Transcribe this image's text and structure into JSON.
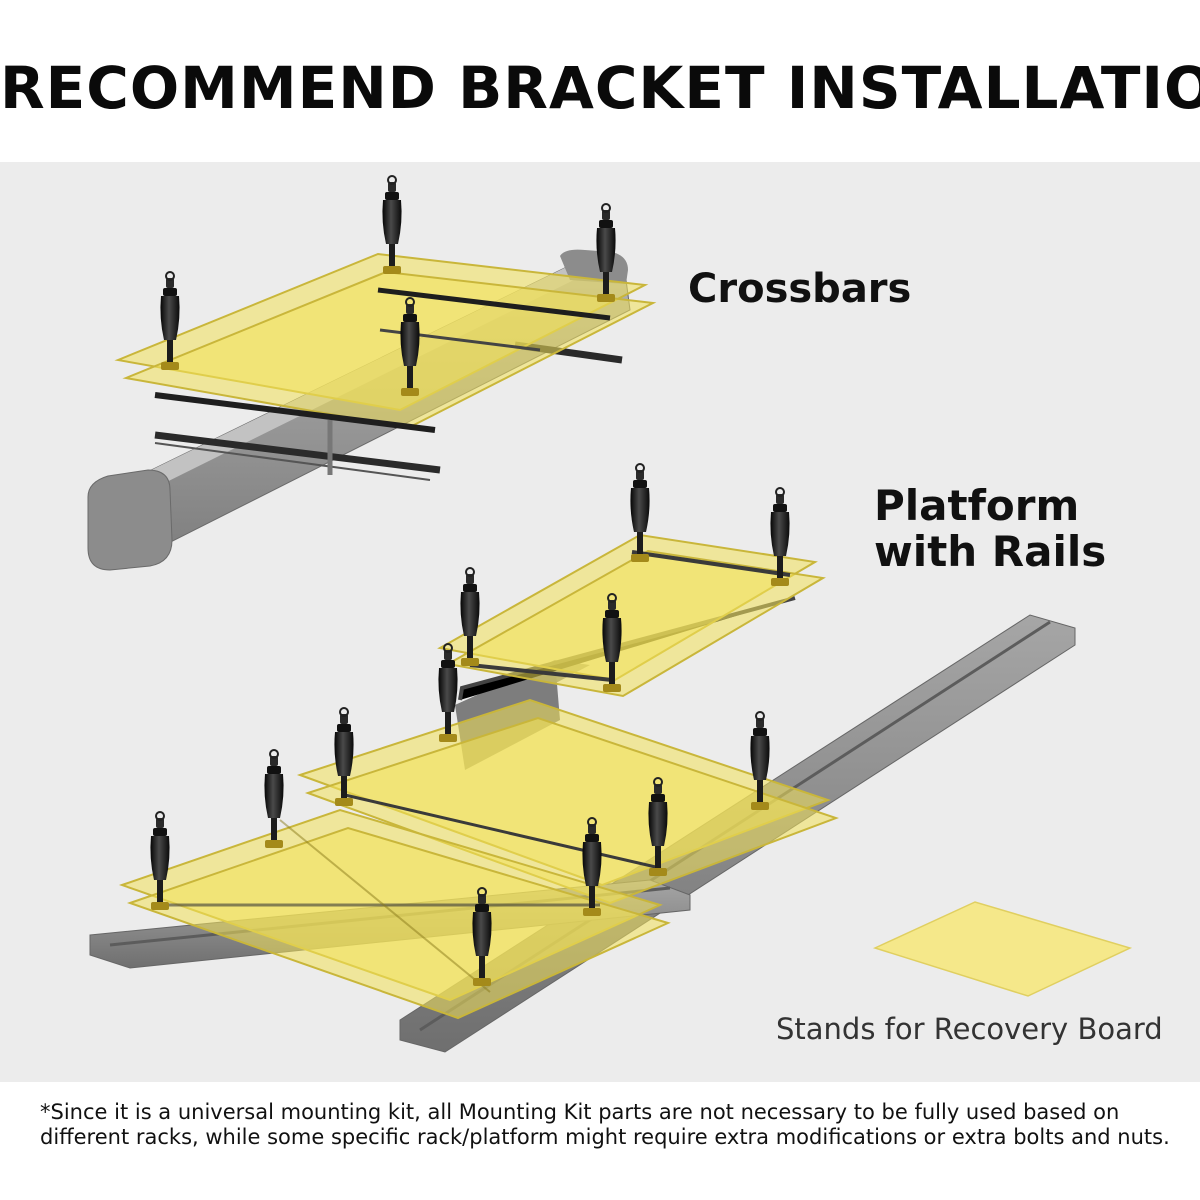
{
  "title": "RECOMMEND BRACKET INSTALLATION",
  "labels": {
    "crossbars": "Crossbars",
    "platform_line1": "Platform",
    "platform_line2": "with Rails",
    "stands": "Stands for Recovery Board"
  },
  "footnote": "*Since it is a universal mounting kit, all Mounting Kit parts are not necessary to be fully used based on different racks, while some specific rack/platform might require extra modifications or extra bolts and nuts.",
  "colors": {
    "background": "#ffffff",
    "stage": "#ececec",
    "board_fill": "#f2e15a",
    "board_edge": "#c9b63a",
    "rail": "#8f8f8f",
    "crossbar": "#9a9a9a",
    "bolt": "#1a1a1a",
    "text": "#111111"
  },
  "icons": [
    "crossbar-mount-illustration",
    "platform-rail-mount-illustration",
    "recovery-board-swatch"
  ]
}
